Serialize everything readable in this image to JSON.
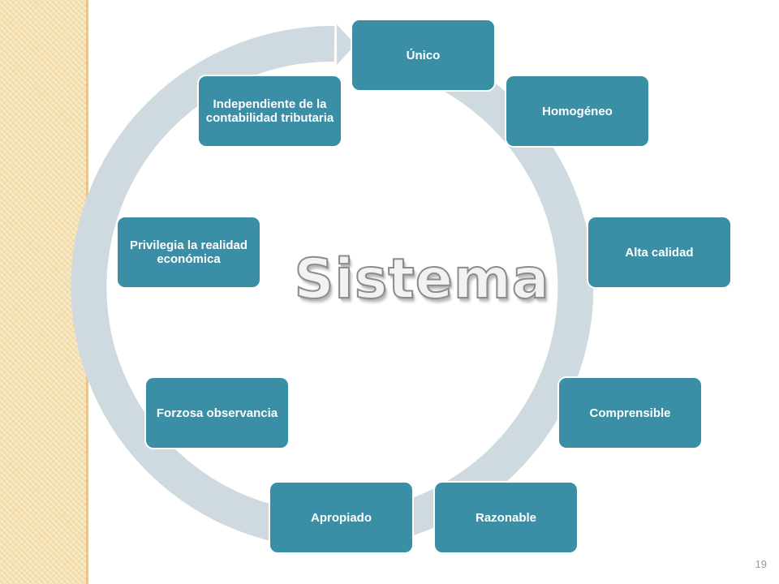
{
  "title": "Sistema",
  "page_number": "19",
  "colors": {
    "node_fill": "#3a8fa6",
    "ring": "#cfdae0",
    "side_band": "#f4dfae"
  },
  "nodes": [
    {
      "label": "Único"
    },
    {
      "label": "Homogéneo"
    },
    {
      "label": "Alta calidad"
    },
    {
      "label": "Comprensible"
    },
    {
      "label": "Razonable"
    },
    {
      "label": "Apropiado"
    },
    {
      "label": "Forzosa observancia"
    },
    {
      "label": "Privilegia la realidad económica"
    },
    {
      "label": "Independiente de la contabilidad tributaria"
    }
  ]
}
